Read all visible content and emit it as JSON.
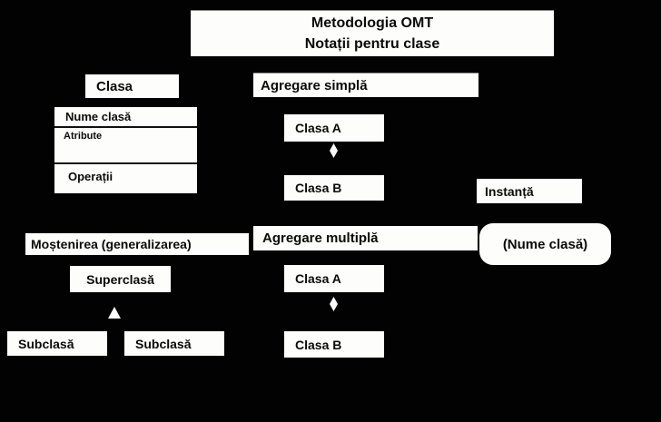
{
  "diagram": {
    "colors": {
      "background": "#000000",
      "box_fill": "#fdfdfb",
      "text": "#0a0a0a"
    },
    "title": {
      "line1": "Metodologia OMT",
      "line2": "Notații pentru clase"
    },
    "class_notation": {
      "heading": "Clasa",
      "name_compartment": "Nume clasă",
      "attributes_compartment": "Atribute",
      "operations_compartment": "Operații"
    },
    "simple_aggregation": {
      "heading": "Agregare simplă",
      "class_a": "Clasa A",
      "class_b": "Clasa B"
    },
    "multiple_aggregation": {
      "heading": "Agregare multiplă",
      "class_a": "Clasa A",
      "class_b": "Clasa B"
    },
    "instance": {
      "heading": "Instanță",
      "example": "(Nume clasă)"
    },
    "inheritance": {
      "heading": "Moștenirea (generalizarea)",
      "superclass": "Superclasă",
      "subclass_left": "Subclasă",
      "subclass_right": "Subclasă"
    }
  }
}
